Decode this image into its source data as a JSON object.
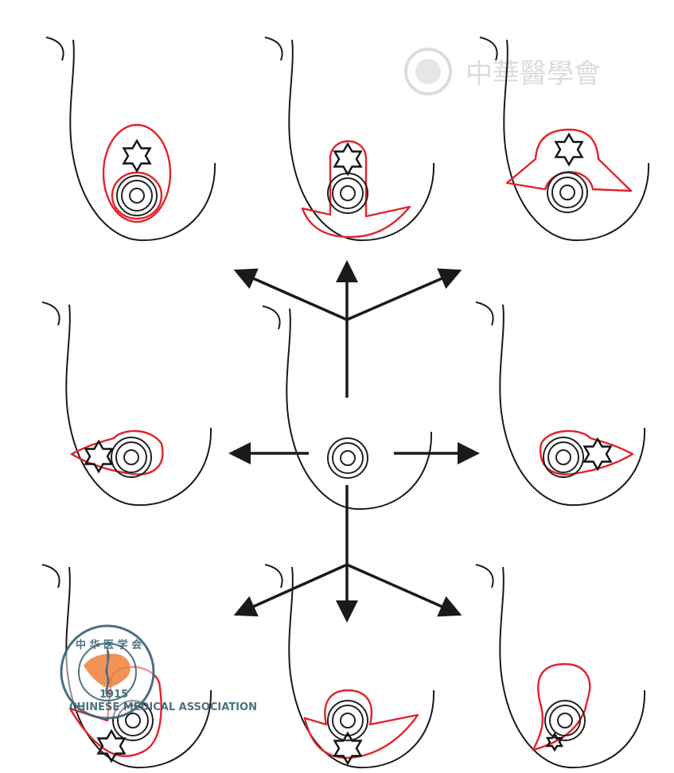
{
  "figure": {
    "description_type": "breast tumor location and incision patterns",
    "panels": [
      "upper-center-periareolar",
      "upper-center-wings",
      "upper-wide-wings",
      "left-lateral",
      "center-baseline",
      "right-lateral",
      "lower-left",
      "lower-center",
      "lower-right"
    ]
  },
  "watermark": {
    "text": "中華醫學會"
  },
  "logo": {
    "top_text": "中华医学会",
    "bottom_text": "CHINESE MEDICAL ASSOCIATION",
    "year": "1915",
    "map_color": "#f08a4b",
    "ring_color": "#3d6576"
  },
  "colors": {
    "incision": "#e3222a",
    "outline": "#1a1a1a"
  }
}
